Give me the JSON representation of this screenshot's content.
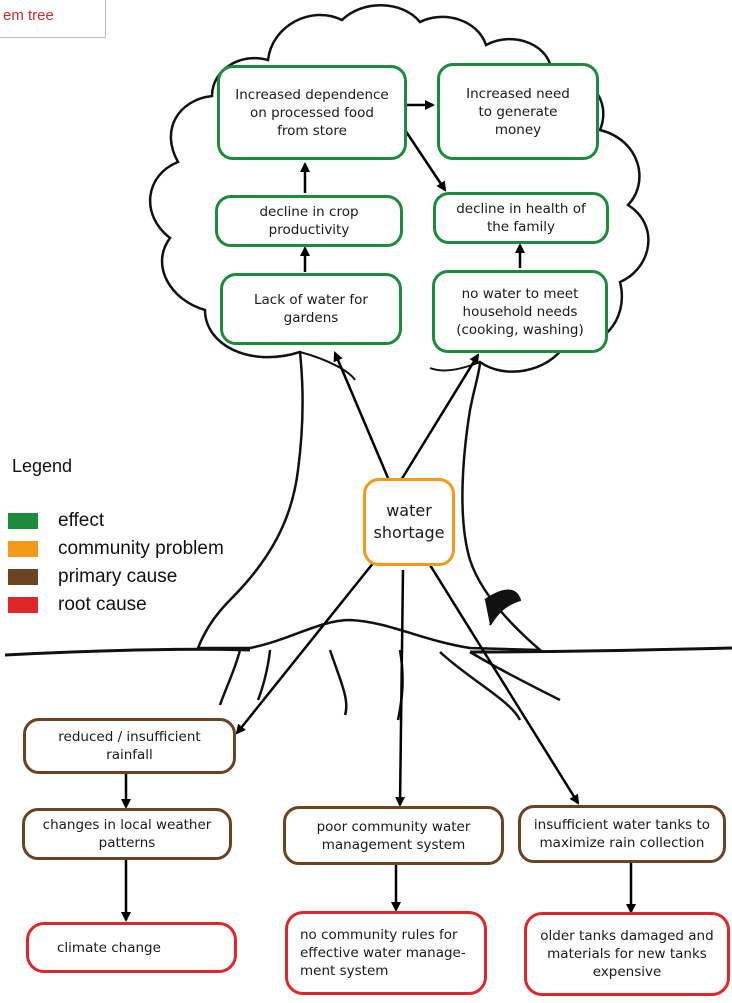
{
  "title": "em tree",
  "legend": {
    "title": "Legend",
    "items": [
      {
        "label": "effect",
        "color": "#1e8a3c"
      },
      {
        "label": "community problem",
        "color": "#f39a1b"
      },
      {
        "label": "primary cause",
        "color": "#6b4322"
      },
      {
        "label": "root cause",
        "color": "#e0262a"
      }
    ]
  },
  "nodes": {
    "processed_food": "Increased dependence\non processed food\nfrom store",
    "generate_money": "Increased need\nto generate\nmoney",
    "crop_productivity": "decline in crop\nproductivity",
    "family_health": "decline in health  of\nthe family",
    "water_gardens": "Lack of water for\ngardens",
    "household_needs": "no water to meet\nhousehold needs\n(cooking, washing)",
    "water_shortage": "water\nshortage",
    "reduced_rainfall": "reduced / insufficient\nrainfall",
    "weather_patterns": "changes in local weather\npatterns",
    "water_management": "poor community water\nmanagement system",
    "water_tanks": "insufficient water tanks to\nmaximize rain collection",
    "climate_change": "climate change",
    "community_rules": "no community rules for\neffective water manage-\nment system",
    "older_tanks": "older tanks damaged and\nmaterials for new tanks\nexpensive"
  }
}
